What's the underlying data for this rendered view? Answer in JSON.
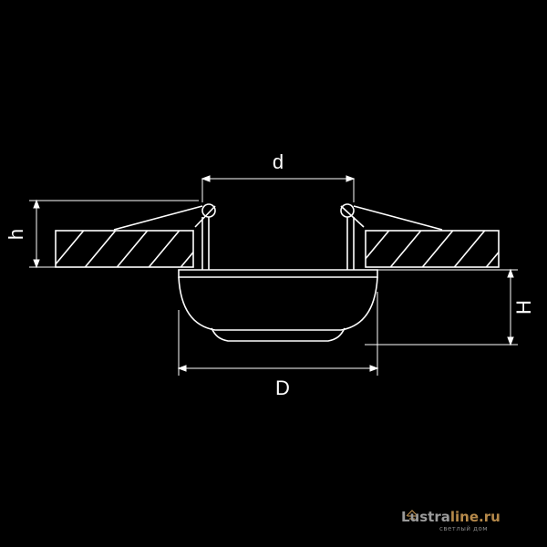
{
  "dimensions": {
    "d": "d",
    "h": "h",
    "H": "H",
    "D": "D"
  },
  "watermark": {
    "brand_part1": "Lustra",
    "brand_part2": "line.ru",
    "tagline": "светлый дом"
  },
  "colors": {
    "background": "#000000",
    "lines": "#ffffff",
    "watermark_primary": "#9a9a9a",
    "watermark_accent": "#b5894a"
  }
}
